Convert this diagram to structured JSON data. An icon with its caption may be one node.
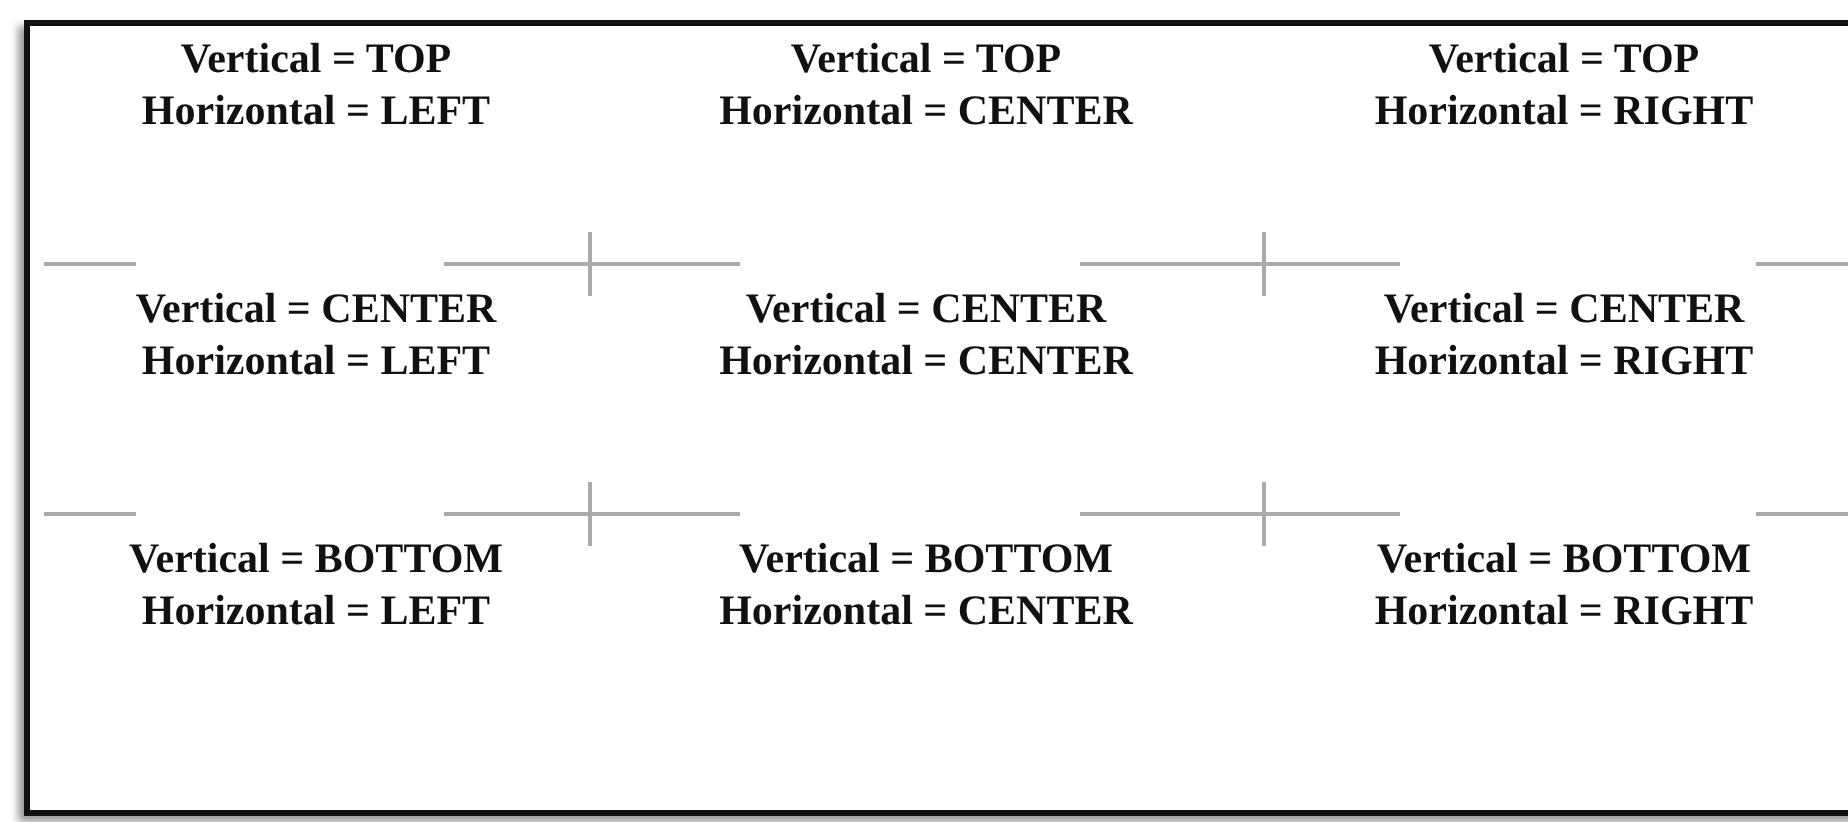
{
  "diagram": {
    "labels": [
      "Vertical = TOP",
      "Horizontal = LEFT",
      "Vertical = TOP",
      "Horizontal = CENTER",
      "Vertical = TOP",
      "Horizontal = RIGHT",
      "Vertical = CENTER",
      "Horizontal = LEFT",
      "Vertical = CENTER",
      "Horizontal = CENTER",
      "Vertical = CENTER",
      "Horizontal = RIGHT",
      "Vertical = BOTTOM",
      "Horizontal = LEFT",
      "Vertical = BOTTOM",
      "Horizontal = CENTER",
      "Vertical = BOTTOM",
      "Horizontal = RIGHT"
    ]
  }
}
